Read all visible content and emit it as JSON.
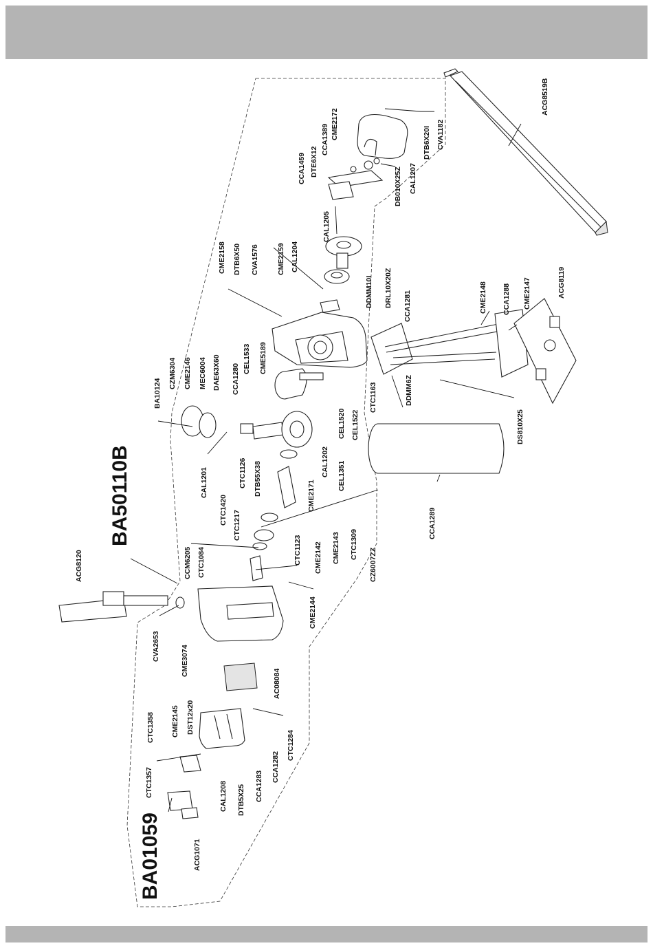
{
  "colors": {
    "band": "#b4b4b4",
    "ink": "#111111",
    "background": "#ffffff"
  },
  "kits": {
    "motor_kit": "BA50110B",
    "control_kit": "BA01059"
  },
  "parts": {
    "ACG8519B": "ACG8519B",
    "CVA1182": "CVA1182",
    "DTB6X20I": "DTB6X20I",
    "CAL1207": "CAL1207",
    "DB010X25Z": "DB010X25Z",
    "CME2172": "CME2172",
    "CCA1389": "CCA1389",
    "DTE6X12": "DTE6X12",
    "CCA1459": "CCA1459",
    "CAL1205": "CAL1205",
    "CAL1204": "CAL1204",
    "CME2159": "CME2159",
    "CVA1576": "CVA1576",
    "DTB6X50": "DTB6X50",
    "CME2158": "CME2158",
    "DDMM10I": "DDMM10I",
    "DRL10X20Z": "DRL10X20Z",
    "CCA1281": "CCA1281",
    "CME2148": "CME2148",
    "CCA1288": "CCA1288",
    "CME2147": "CME2147",
    "ACG8119": "ACG8119",
    "CME5189": "CME5189",
    "CEL1533": "CEL1533",
    "CCA1280": "CCA1280",
    "DAE63X60": "DAE63X60",
    "MEC6004": "MEC6004",
    "CME2146": "CME2146",
    "CZM6304": "CZM6304",
    "BA10124": "BA10124",
    "CTC1163": "CTC1163",
    "DDMM6Z": "DDMM6Z",
    "DS810X25": "DS810X25",
    "CEL1520": "CEL1520",
    "CEL1522": "CEL1522",
    "CAL1202": "CAL1202",
    "CEL1351": "CEL1351",
    "CAL1201": "CAL1201",
    "CTC1126": "CTC1126",
    "DTB55X38": "DTB55X38",
    "CME2171": "CME2171",
    "CTC1420": "CTC1420",
    "CTC1217": "CTC1217",
    "CCM6205": "CCM6205",
    "CTC1084": "CTC1084",
    "CTC1123": "CTC1123",
    "CME2142": "CME2142",
    "CME2143": "CME2143",
    "CTC1309": "CTC1309",
    "CZ6007ZZ": "CZ6007ZZ",
    "CCA1289": "CCA1289",
    "ACG8120": "ACG8120",
    "CME2144": "CME2144",
    "CVA2653": "CVA2653",
    "CME3074": "CME3074",
    "AC08084": "AC08084",
    "CTC1358": "CTC1358",
    "CME2145": "CME2145",
    "DST12x20": "DST12x20",
    "CTC1357": "CTC1357",
    "CAL1208": "CAL1208",
    "DTB5X25": "DTB5X25",
    "CCA1283": "CCA1283",
    "CCA1282": "CCA1282",
    "CTC1284": "CTC1284",
    "ACG1071": "ACG1071"
  }
}
